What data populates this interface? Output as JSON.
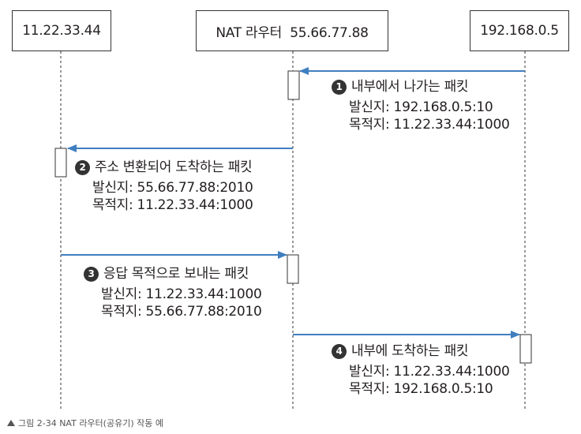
{
  "participants": {
    "left": "11.22.33.44",
    "middle": "NAT 라우터  55.66.77.88",
    "right": "192.168.0.5"
  },
  "messages": [
    {
      "num": "1",
      "title": "내부에서 나가는 패킷",
      "src": "발신지: 192.168.0.5:10",
      "dst": "목적지: 11.22.33.44:1000"
    },
    {
      "num": "2",
      "title": "주소 변환되어 도착하는 패킷",
      "src": "발신지: 55.66.77.88:2010",
      "dst": "목적지: 11.22.33.44:1000"
    },
    {
      "num": "3",
      "title": "응답 목적으로 보내는 패킷",
      "src": "발신지: 11.22.33.44:1000",
      "dst": "목적지: 55.66.77.88:2010"
    },
    {
      "num": "4",
      "title": "내부에 도착하는 패킷",
      "src": "발신지: 11.22.33.44:1000",
      "dst": "목적지: 192.168.0.5:10"
    }
  ],
  "caption": "그림 2-34 NAT 라우터(공유기) 작동 예",
  "colors": {
    "arrow": "#3f7fbf",
    "line": "#333333"
  }
}
